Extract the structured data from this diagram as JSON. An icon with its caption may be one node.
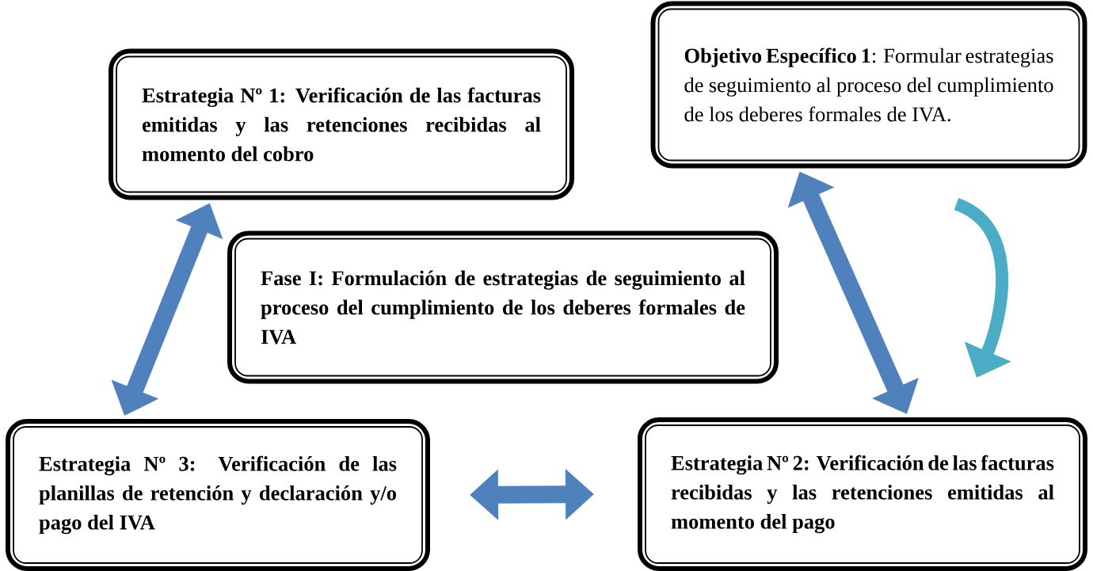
{
  "diagram": {
    "nodes": [
      {
        "text": [
          "Estrategia Nº 1: Verificación de las facturas emitidas y las retenciones recibidas al momento del cobro"
        ]
      },
      {
        "text": [
          "**Objetivo Específico 1**: Formular estrategias de seguimiento al proceso del cumplimiento de los deberes formales de IVA."
        ]
      },
      {
        "text": [
          "Fase I: Formulación de estrategias de seguimiento al proceso del cumplimiento de los deberes formales de IVA"
        ]
      },
      {
        "text": [
          "Estrategia Nº 3: Verificación de las planillas de retención y declaración y/o pago del IVA"
        ]
      },
      {
        "text": [
          "Estrategia Nº 2: Verificación de las facturas recibidas y las retenciones emitidas al momento del pago"
        ]
      }
    ],
    "edges": [
      {
        "from": 0,
        "to": 3,
        "arrow": "both"
      },
      {
        "from": 1,
        "to": 4,
        "arrow": "both"
      },
      {
        "from": 1,
        "to": 4,
        "arrow": "to",
        "color": "#4bacc6"
      },
      {
        "from": 3,
        "to": 4,
        "arrow": "both"
      }
    ]
  }
}
